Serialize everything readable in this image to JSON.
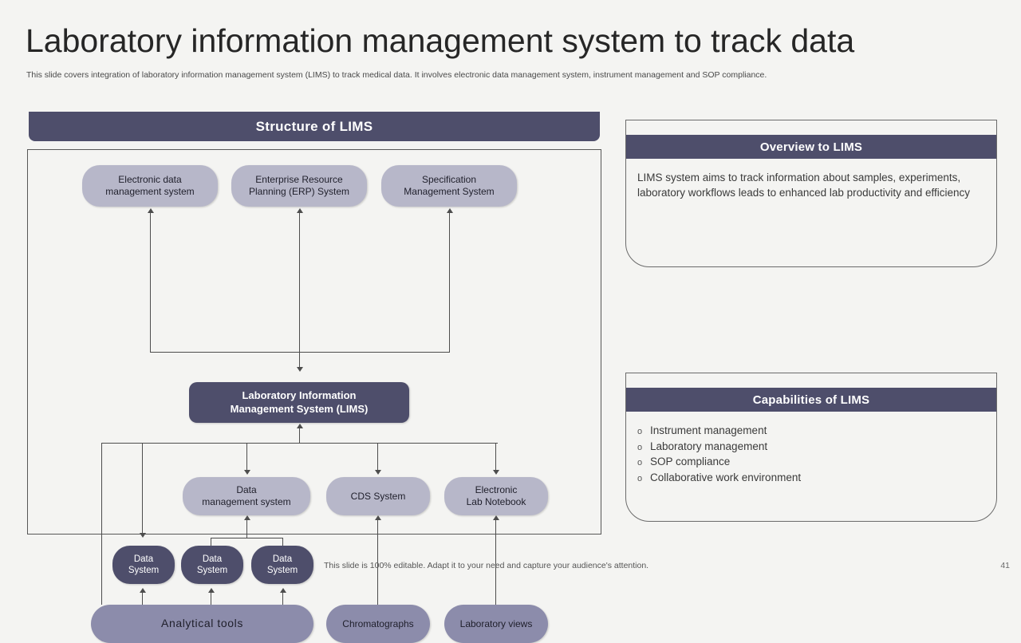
{
  "slide": {
    "title": "Laboratory information management system to track data",
    "subtitle": "This slide covers integration of laboratory information management  system (LIMS) to track medical data. It involves electronic data management  system, instrument management  and SOP compliance.",
    "footer_note": "This slide is 100% editable. Adapt it to your need and capture your audience's attention.",
    "page_number": "41",
    "background_color": "#f4f4f2"
  },
  "colors": {
    "dark": "#4e4e6b",
    "light_node": "#b7b7c9",
    "mid_bar": "#8c8cab",
    "line": "#4d4d4d",
    "text_dark": "#262626"
  },
  "structure": {
    "header": "Structure of LIMS",
    "top_row": [
      {
        "label": "Electronic data\nmanagement  system"
      },
      {
        "label": "Enterprise Resource\nPlanning (ERP) System"
      },
      {
        "label": "Specification\nManagement  System"
      }
    ],
    "center": {
      "label": "Laboratory Information\nManagement System (LIMS)"
    },
    "mid_row": [
      {
        "label": "Data\nmanagement  system"
      },
      {
        "label": "CDS System"
      },
      {
        "label": "Electronic\nLab Notebook"
      }
    ],
    "data_systems": [
      {
        "label": "Data\nSystem"
      },
      {
        "label": "Data\nSystem"
      },
      {
        "label": "Data\nSystem"
      }
    ],
    "bottom_row": [
      {
        "label": "Analytical  tools"
      },
      {
        "label": "Chromatographs"
      },
      {
        "label": "Laboratory  views"
      }
    ]
  },
  "overview": {
    "header": "Overview to LIMS",
    "body": "LIMS  system aims to track information about samples, experiments,  laboratory workflows leads to enhanced lab productivity  and efficiency"
  },
  "capabilities": {
    "header": "Capabilities  of LIMS",
    "bullet_glyph": "o",
    "items": [
      "Instrument  management",
      "Laboratory management",
      "SOP compliance",
      "Collaborative work environment"
    ]
  }
}
